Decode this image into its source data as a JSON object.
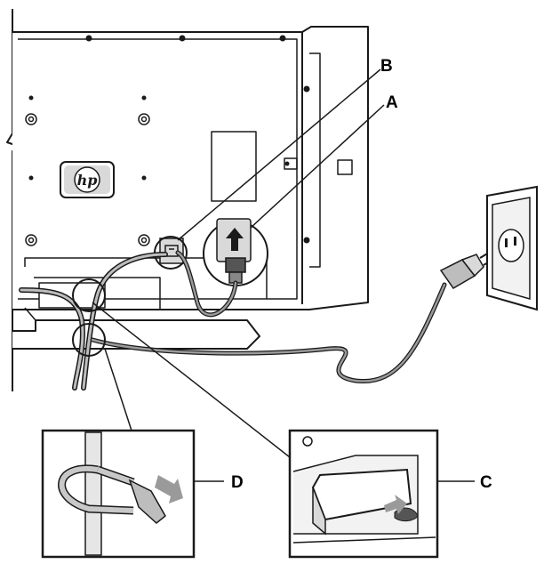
{
  "diagram": {
    "callouts": {
      "a": "A",
      "b": "B",
      "c": "C",
      "d": "D"
    },
    "logo_text": "hp",
    "colors": {
      "line": "#1a1a1a",
      "panel_fill": "#ffffff",
      "shade": "#d9d9d9",
      "cable": "#8c8c8c"
    }
  }
}
